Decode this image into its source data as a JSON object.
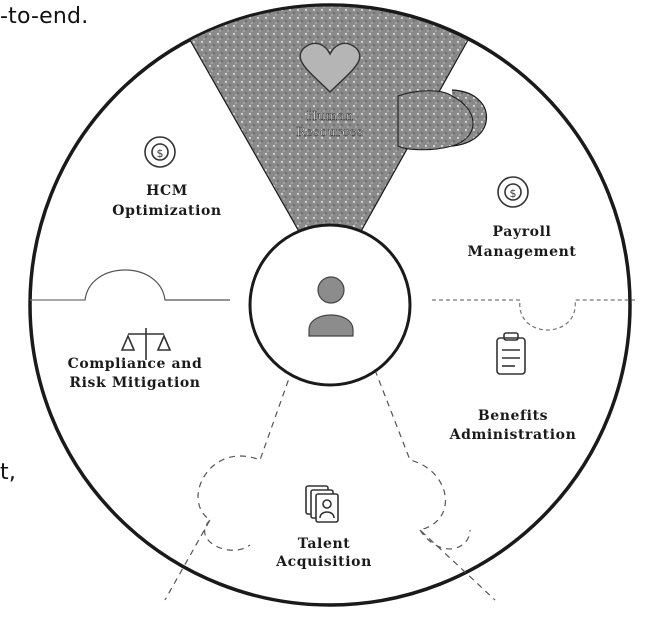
{
  "context_text": {
    "top": "-to-end.",
    "left_fragment": "t,"
  },
  "center": {
    "icon": "person-icon"
  },
  "segments": [
    {
      "id": "human-resources",
      "label_lines": [
        "Human",
        "Resources"
      ],
      "icon": "heart-puzzle-icon",
      "highlighted": true
    },
    {
      "id": "payroll-management",
      "label_lines": [
        "Payroll",
        "Management"
      ],
      "icon": "dollar-gear-icon"
    },
    {
      "id": "benefits-administration",
      "label_lines": [
        "Benefits",
        "Administration"
      ],
      "icon": "clipboard-icon"
    },
    {
      "id": "talent-acquisition",
      "label_lines": [
        "Talent",
        "Acquisition"
      ],
      "icon": "people-cards-icon"
    },
    {
      "id": "compliance-risk",
      "label_lines": [
        "Compliance and",
        "Risk Mitigation"
      ],
      "icon": "scales-icon"
    },
    {
      "id": "hcm-optimization",
      "label_lines": [
        "HCM",
        "Optimization"
      ],
      "icon": "money-gear-icon"
    }
  ],
  "colors": {
    "outline": "#1a1a1a",
    "highlight_fill": "#8a8a8a",
    "text": "#111111"
  }
}
